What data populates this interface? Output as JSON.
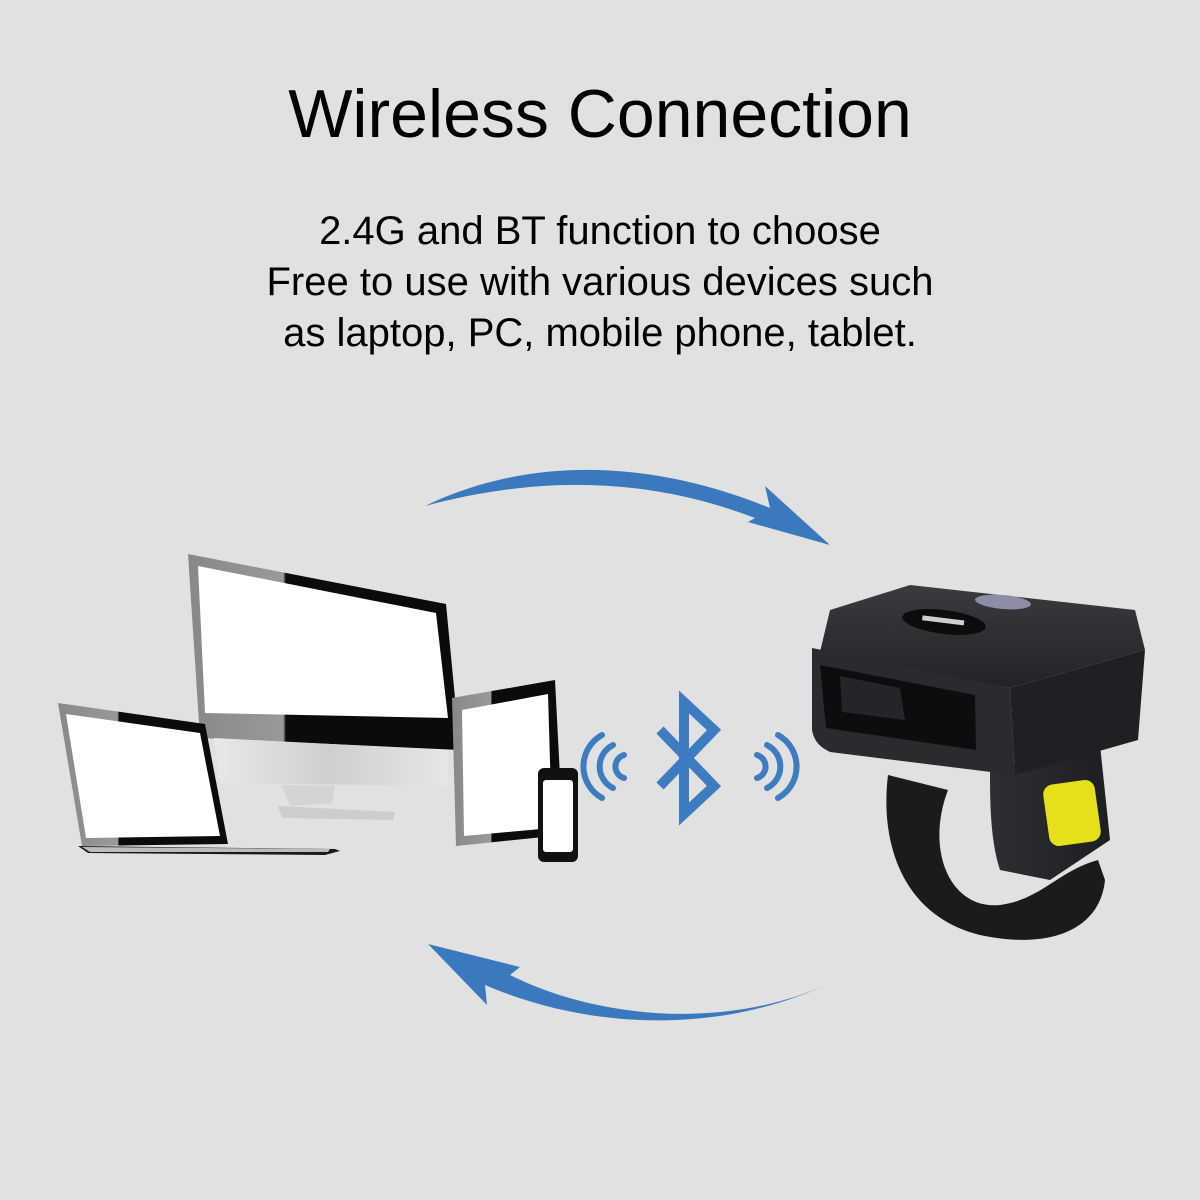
{
  "header": {
    "title": "Wireless Connection"
  },
  "description": {
    "lines": [
      "2.4G and BT function to choose",
      "Free to use with various devices such",
      "as laptop, PC, mobile phone, tablet."
    ]
  },
  "illustration": {
    "devices": [
      "laptop",
      "desktop-monitor",
      "tablet",
      "mobile-phone"
    ],
    "connection_icon": "bluetooth-icon",
    "scanner": "ring-barcode-scanner",
    "colors": {
      "arrow_blue": "#3a79be",
      "bluetooth_blue": "#3d7cc1",
      "scanner_body": "#2a2b2e",
      "trigger_yellow": "#e6e01a",
      "background": "#e1e1e1"
    }
  }
}
